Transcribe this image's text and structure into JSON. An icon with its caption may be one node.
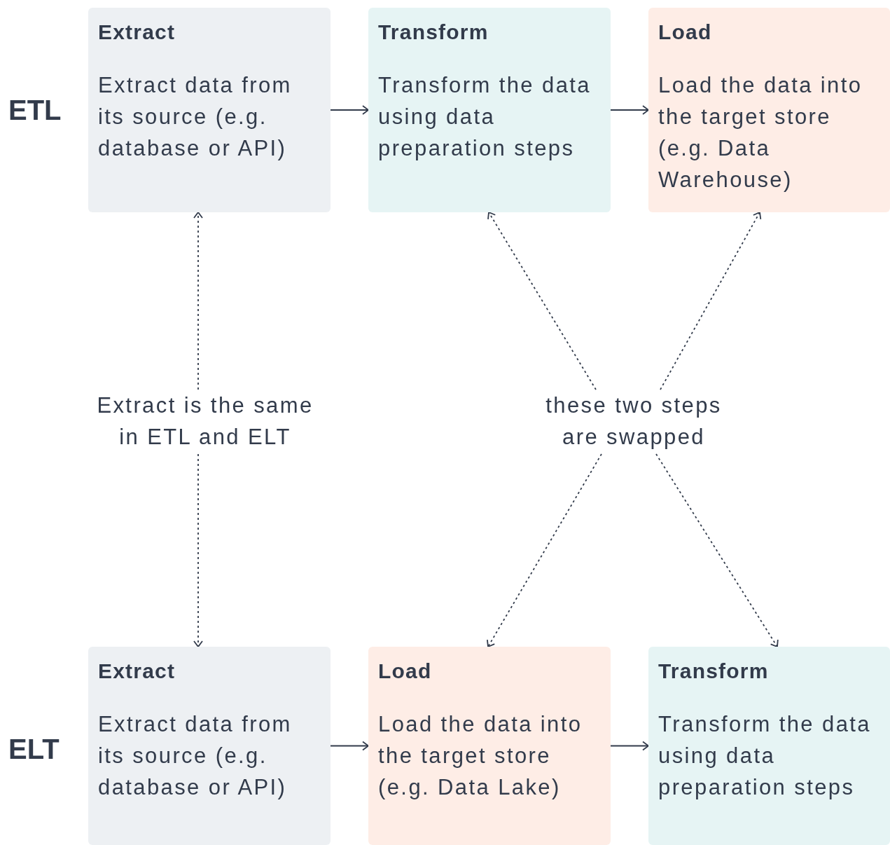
{
  "diagram": {
    "nodes": [
      {
        "text": [
          "Extract",
          "Extract data from its source (e.g. database or API)"
        ]
      },
      {
        "text": [
          "Transform",
          "Transform the data using data preparation steps"
        ]
      },
      {
        "text": [
          "Load",
          "Load the data into the target store (e.g. Data Warehouse)"
        ]
      },
      {
        "text": [
          "Extract is the same in ETL and ELT"
        ]
      },
      {
        "text": [
          "these two steps are swapped"
        ]
      },
      {
        "text": [
          "Extract",
          "Extract data from its source (e.g. database or API)"
        ]
      },
      {
        "text": [
          "Load",
          "Load the data into the target store (e.g. Data Lake)"
        ]
      },
      {
        "text": [
          "Transform",
          "Transform the data using data preparation steps"
        ]
      }
    ],
    "edges": [
      {
        "from": 0,
        "to": 1,
        "arrow": "to"
      },
      {
        "from": 1,
        "to": 2,
        "arrow": "to"
      },
      {
        "from": 3,
        "to": 0,
        "arrow": "to",
        "style": "dashed"
      },
      {
        "from": 3,
        "to": 5,
        "arrow": "to",
        "style": "dashed"
      },
      {
        "from": 4,
        "to": 1,
        "arrow": "to",
        "style": "dashed"
      },
      {
        "from": 4,
        "to": 2,
        "arrow": "to",
        "style": "dashed"
      },
      {
        "from": 4,
        "to": 6,
        "arrow": "to",
        "style": "dashed"
      },
      {
        "from": 4,
        "to": 7,
        "arrow": "to",
        "style": "dashed"
      },
      {
        "from": 5,
        "to": 6,
        "arrow": "to"
      },
      {
        "from": 6,
        "to": 7,
        "arrow": "to"
      }
    ],
    "labels": [
      "ETL",
      "ELT"
    ]
  }
}
